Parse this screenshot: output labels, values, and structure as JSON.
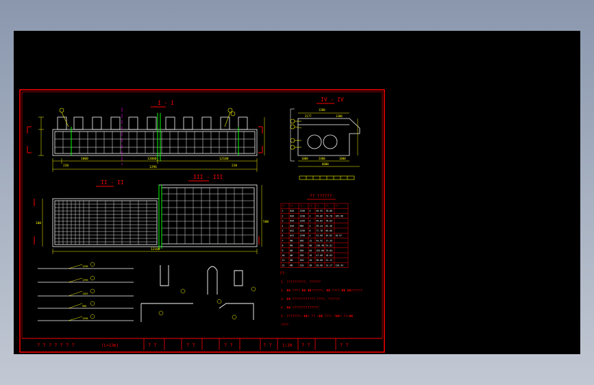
{
  "colors": {
    "background": "#000000",
    "frame": "#ff0000",
    "primary_line": "#ffffff",
    "dimension": "#ffff00",
    "rebar": "#00ff00",
    "highlight": "#ff00ff",
    "accent": "#00ffff"
  },
  "views": {
    "elevation_title": "I - I",
    "plan_title": "II - II",
    "half_plan_title": "III - III",
    "section_title": "IV - IV"
  },
  "dims": {
    "total_length": "1296",
    "seg_left": "1000",
    "seg_mid": "12000",
    "seg_right": "12100",
    "plan_length": "12100",
    "height_1": "100",
    "height_2": "500",
    "section_width": "1200",
    "section_left": "2177",
    "section_right": "1300",
    "section_bottom_left": "1000",
    "section_bottom_mid": "2400",
    "section_bottom_right": "1000",
    "section_total": "6000",
    "dim_a": "220",
    "dim_b": "220"
  },
  "table": {
    "title": "?? ??????",
    "headers": [
      "??",
      "??",
      "??",
      "??",
      "??",
      "??",
      "??"
    ],
    "rows": [
      [
        "1",
        "Φ16",
        "1296",
        "2",
        "49.92",
        "78.86",
        ""
      ],
      [
        "2",
        "Φ16",
        "1290",
        "2",
        "49.86",
        "78.78",
        "165.96"
      ],
      [
        "3",
        "Φ16",
        "1285",
        "2",
        "49.82",
        "78.63",
        ""
      ],
      [
        "4",
        "Φ16",
        "986",
        "4",
        "39.44",
        "62.36",
        ""
      ],
      [
        "5",
        "Φ12",
        "1296",
        "6",
        "77.76",
        "69.06",
        ""
      ],
      [
        "6",
        "Φ12",
        "1290",
        "4",
        "51.60",
        "45.82",
        "10.5?"
      ],
      [
        "7",
        "Φ8",
        "366",
        "12",
        "43.92",
        "17.35",
        ""
      ],
      [
        "8",
        "Φ8",
        "288",
        "80",
        "230.40",
        "91.01",
        ""
      ],
      [
        "9",
        "Φ8",
        "300",
        "64",
        "192.00",
        "75.84",
        ""
      ],
      [
        "10",
        "Φ8",
        "298",
        "16",
        "47.68",
        "18.83",
        ""
      ],
      [
        "11",
        "Φ8",
        "350",
        "16",
        "56.00",
        "22.12",
        ""
      ],
      [
        "12",
        "Φ8",
        "120",
        "28",
        "33.60",
        "13.27",
        "128.43"
      ]
    ]
  },
  "notes": {
    "heading": "??",
    "items": [
      "1. ??????????,   ??????",
      "2. ΦΦ ????  ΦΦ ΦΦ??????,   ΦΦ ????  ΦΦ ΦΦ??????",
      "3. ΦΦ ????????????.????,   ??????",
      "4. ΦΦ ??????????????.",
      "5. ???????~ ΦΦ? ??  ~ΦΦ  ???~ ?ΦΦ? ??~ΦΦ",
      "    ????"
    ]
  },
  "rebar_details": {
    "labels": [
      "1",
      "2",
      "3",
      "4",
      "5",
      "6",
      "7",
      "8",
      "9",
      "10",
      "11",
      "12"
    ],
    "lengths": [
      "1296",
      "1290",
      "1285",
      "986",
      "1296"
    ]
  },
  "title_block": {
    "drawing_name": "? ? ? ? ? ? ?",
    "span": "(L=13m)",
    "c1": "? ?",
    "c2": "? ?",
    "c3": "? ?",
    "c4": "? ?",
    "scale": "1:20",
    "c5": "? ?",
    "c6": "? ?"
  }
}
